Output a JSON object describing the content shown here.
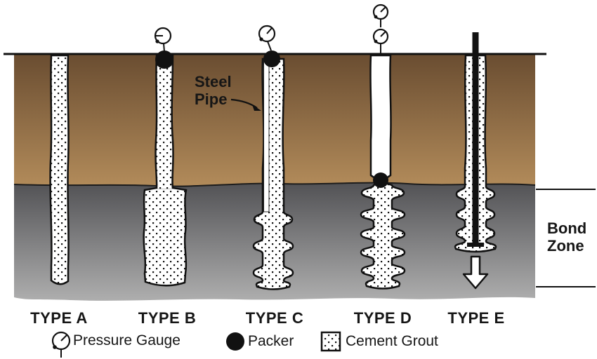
{
  "annotations": {
    "steel_pipe": {
      "line1": "Steel",
      "line2": "Pipe"
    },
    "bond_zone": {
      "line1": "Bond",
      "line2": "Zone"
    }
  },
  "types": [
    {
      "label": "TYPE A"
    },
    {
      "label": "TYPE B"
    },
    {
      "label": "TYPE C"
    },
    {
      "label": "TYPE D"
    },
    {
      "label": "TYPE E"
    }
  ],
  "legend": {
    "items": [
      {
        "icon": "pressure-gauge-icon",
        "label": "Pressure Gauge"
      },
      {
        "icon": "packer-icon",
        "label": "Packer"
      },
      {
        "icon": "cement-grout-icon",
        "label": "Cement Grout"
      }
    ]
  },
  "colors": {
    "soil_top": "#6a4d31",
    "soil_bottom": "#b28b5a",
    "bond_top": "#525255",
    "bond_bottom": "#aeaeae",
    "outline": "#111111",
    "grout": "#ffffff",
    "packer": "#111111"
  }
}
